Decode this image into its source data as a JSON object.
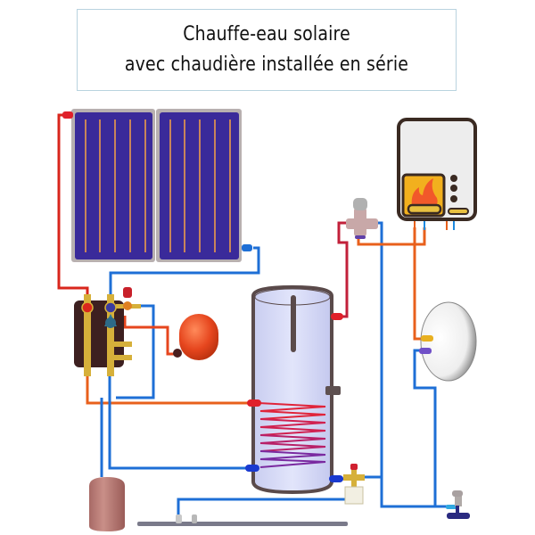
{
  "title": {
    "line1": "Chauffe-eau solaire",
    "line2": "avec chaudière installée en série"
  },
  "components": [
    {
      "id": "solar-collectors",
      "label": "Capteurs solaires",
      "count": 2
    },
    {
      "id": "solar-pump-station",
      "label": "Station solaire / circulateur"
    },
    {
      "id": "solar-expansion-vessel",
      "label": "Vase d'expansion solaire"
    },
    {
      "id": "storage-tank",
      "label": "Ballon solaire avec serpentin"
    },
    {
      "id": "thermostatic-mixing-valve",
      "label": "Mitigeur thermostatique"
    },
    {
      "id": "boiler",
      "label": "Chaudière"
    },
    {
      "id": "sanitary-expansion-vessel",
      "label": "Vase d'expansion sanitaire"
    },
    {
      "id": "safety-group",
      "label": "Groupe de sécurité"
    },
    {
      "id": "cold-water-inlet",
      "label": "Arrivée eau froide"
    },
    {
      "id": "collector-tank",
      "label": "Réservoir de récupération"
    },
    {
      "id": "drain-pipe",
      "label": "Évacuation"
    }
  ],
  "colors": {
    "hot_pipe": "#d9261c",
    "warm_pipe": "#e8601c",
    "cold_pipe": "#1e6fd6",
    "collector_blue": "#3a2a9a",
    "collector_tube": "#c8845a",
    "tank_fill": "#d8dcf7",
    "tank_border": "#5a4a4a",
    "boiler_border": "#3a2a22",
    "flame_box": "#f2b01e",
    "flame": "#f2582a",
    "expansion_red": "#e6461e",
    "brass": "#d6b03a"
  }
}
